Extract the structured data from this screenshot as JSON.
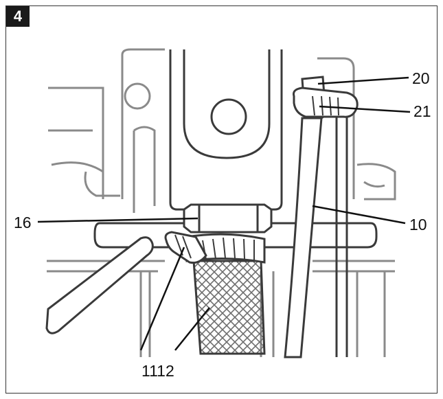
{
  "figure": {
    "step_number": "4",
    "callouts": {
      "c20": "20",
      "c21": "21",
      "c16": "16",
      "c10": "10",
      "c1112": "1112"
    }
  },
  "colors": {
    "line": "#3a3a3a",
    "faint": "#8a8a8a",
    "hose_mesh": "#777777"
  }
}
